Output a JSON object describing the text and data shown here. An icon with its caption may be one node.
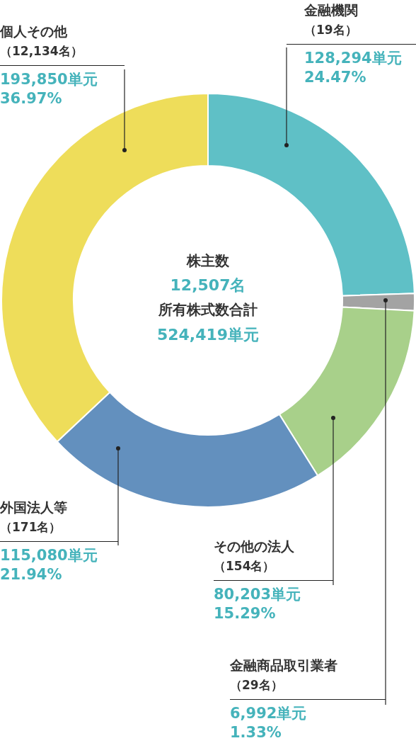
{
  "diagram": {
    "nodes": [
      {
        "text": [
          "金融機関",
          "（19名）",
          "128,294単元",
          "24.47%"
        ]
      },
      {
        "text": [
          "個人その他",
          "（12,134名）",
          "193,850単元",
          "36.97%"
        ]
      },
      {
        "text": [
          "外国法人等",
          "（171名）",
          "115,080単元",
          "21.94%"
        ]
      },
      {
        "text": [
          "その他の法人",
          "（154名）",
          "80,203単元",
          "15.29%"
        ]
      },
      {
        "text": [
          "金融商品取引業者",
          "（29名）",
          "6,992単元",
          "1.33%"
        ]
      },
      {
        "text": [],
        "shape": "picture"
      },
      {
        "text": [],
        "shape": "picture"
      },
      {
        "text": [],
        "shape": "picture"
      },
      {
        "text": [],
        "shape": "picture"
      },
      {
        "text": [],
        "shape": "picture"
      }
    ],
    "edges": [
      {
        "from": 0,
        "to": 5,
        "arrow": "other"
      },
      {
        "from": 1,
        "to": 6,
        "arrow": "other"
      },
      {
        "from": 2,
        "to": 9,
        "arrow": "other"
      },
      {
        "from": 3,
        "to": 8,
        "arrow": "other"
      },
      {
        "from": 4,
        "to": 7,
        "arrow": "other"
      }
    ],
    "labels": [
      "株主数",
      "12,507名",
      "所有株式数合計",
      "524,419単元"
    ],
    "chart_data": {
      "type": "donut",
      "values": [
        24.47,
        1.33,
        15.29,
        21.94,
        36.97
      ]
    }
  }
}
